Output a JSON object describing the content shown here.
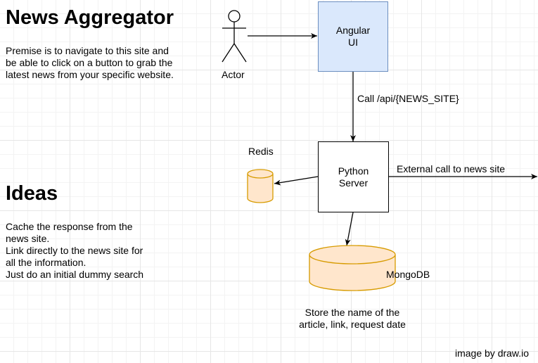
{
  "title_main": "News Aggregator",
  "premise_lines": [
    "Premise is to navigate to this site and",
    "be able to click on a button to grab the",
    "latest news from your specific website."
  ],
  "title_ideas": "Ideas",
  "ideas_lines": [
    "Cache the response from the",
    "news site.",
    "Link directly to the news site for",
    "all the information.",
    "Just do an initial dummy search"
  ],
  "actor_label": "Actor",
  "angular": {
    "line1": "Angular",
    "line2": "UI"
  },
  "python": {
    "line1": "Python",
    "line2": "Server"
  },
  "redis_label": "Redis",
  "mongodb_label": "MongoDB",
  "edge_call_api": "Call /api/{NEWS_SITE}",
  "edge_external": "External call to news site",
  "store_lines": [
    "Store the name of the",
    "article, link, request date"
  ],
  "watermark": "image by draw.io",
  "colors": {
    "angular_fill": "#dae8fc",
    "angular_stroke": "#6c8ebf",
    "db_fill": "#ffe6cc",
    "db_stroke": "#d79b00"
  }
}
